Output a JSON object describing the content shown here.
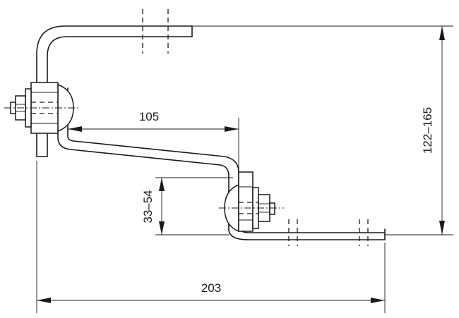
{
  "dimensions": {
    "width_upper": "105",
    "height_lower": "33–54",
    "height_total": "122–165",
    "overall_length": "203"
  }
}
